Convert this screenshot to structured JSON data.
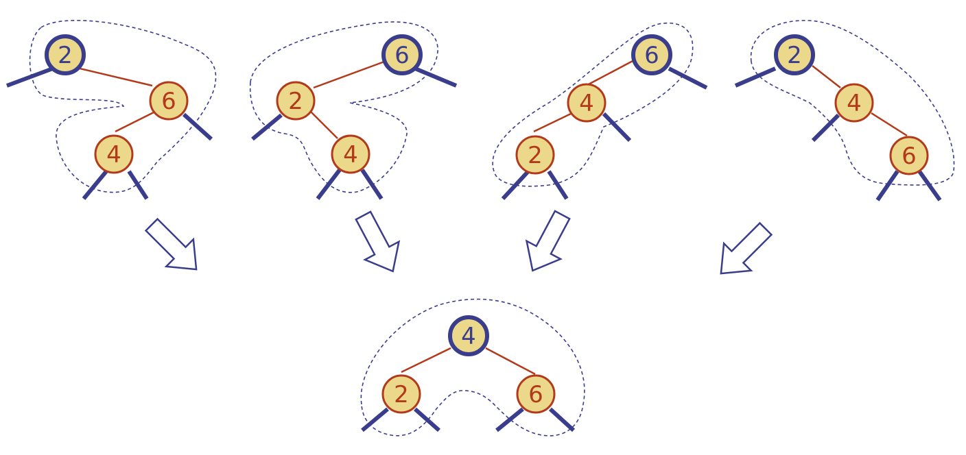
{
  "colors": {
    "node_fill": "#ecd88a",
    "red": "#b23a1a",
    "blue": "#3a3d8c"
  },
  "cases": [
    {
      "top": "2",
      "mid": "6",
      "bottom": "4"
    },
    {
      "top": "6",
      "mid": "2",
      "bottom": "4"
    },
    {
      "top": "6",
      "mid": "4",
      "bottom": "2"
    },
    {
      "top": "2",
      "mid": "4",
      "bottom": "6"
    }
  ],
  "result": {
    "root": "4",
    "left": "2",
    "right": "6"
  }
}
